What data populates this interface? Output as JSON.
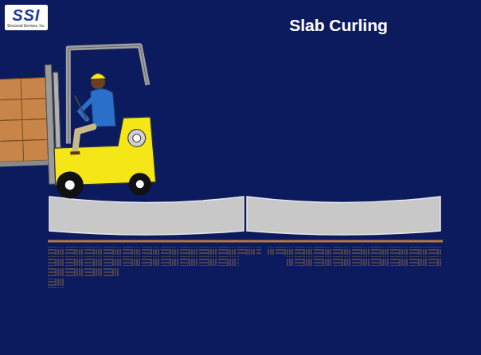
{
  "diagram": {
    "title": "Slab Curling",
    "labels": [
      "SSI",
      "Structural Services, Inc."
    ]
  }
}
